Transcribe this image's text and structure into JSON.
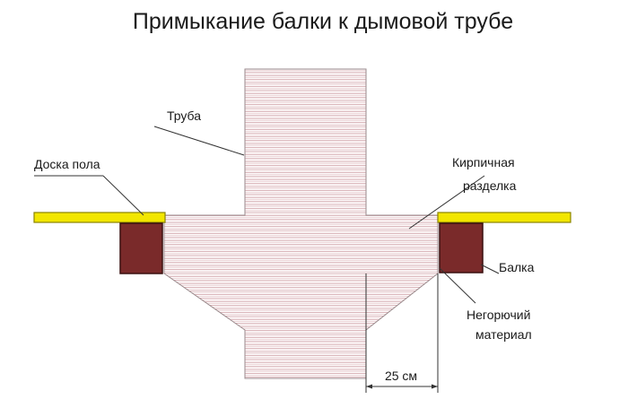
{
  "title": "Примыкание балки к дымовой трубе",
  "labels": {
    "pipe": "Труба",
    "floor_board": "Доска пола",
    "brick_cut_line1": "Кирпичная",
    "brick_cut_line2": "разделка",
    "beam": "Балка",
    "nonflammable_line1": "Негорючий",
    "nonflammable_line2": "материал",
    "dimension": "25 см"
  },
  "colors": {
    "board": "#f2e600",
    "board_edge": "#8a8400",
    "beam": "#7a2a2a",
    "beam_edge": "#3a1010",
    "hatch": "#d9b3b8",
    "outline": "#9a8a8c",
    "leader": "#333333"
  }
}
